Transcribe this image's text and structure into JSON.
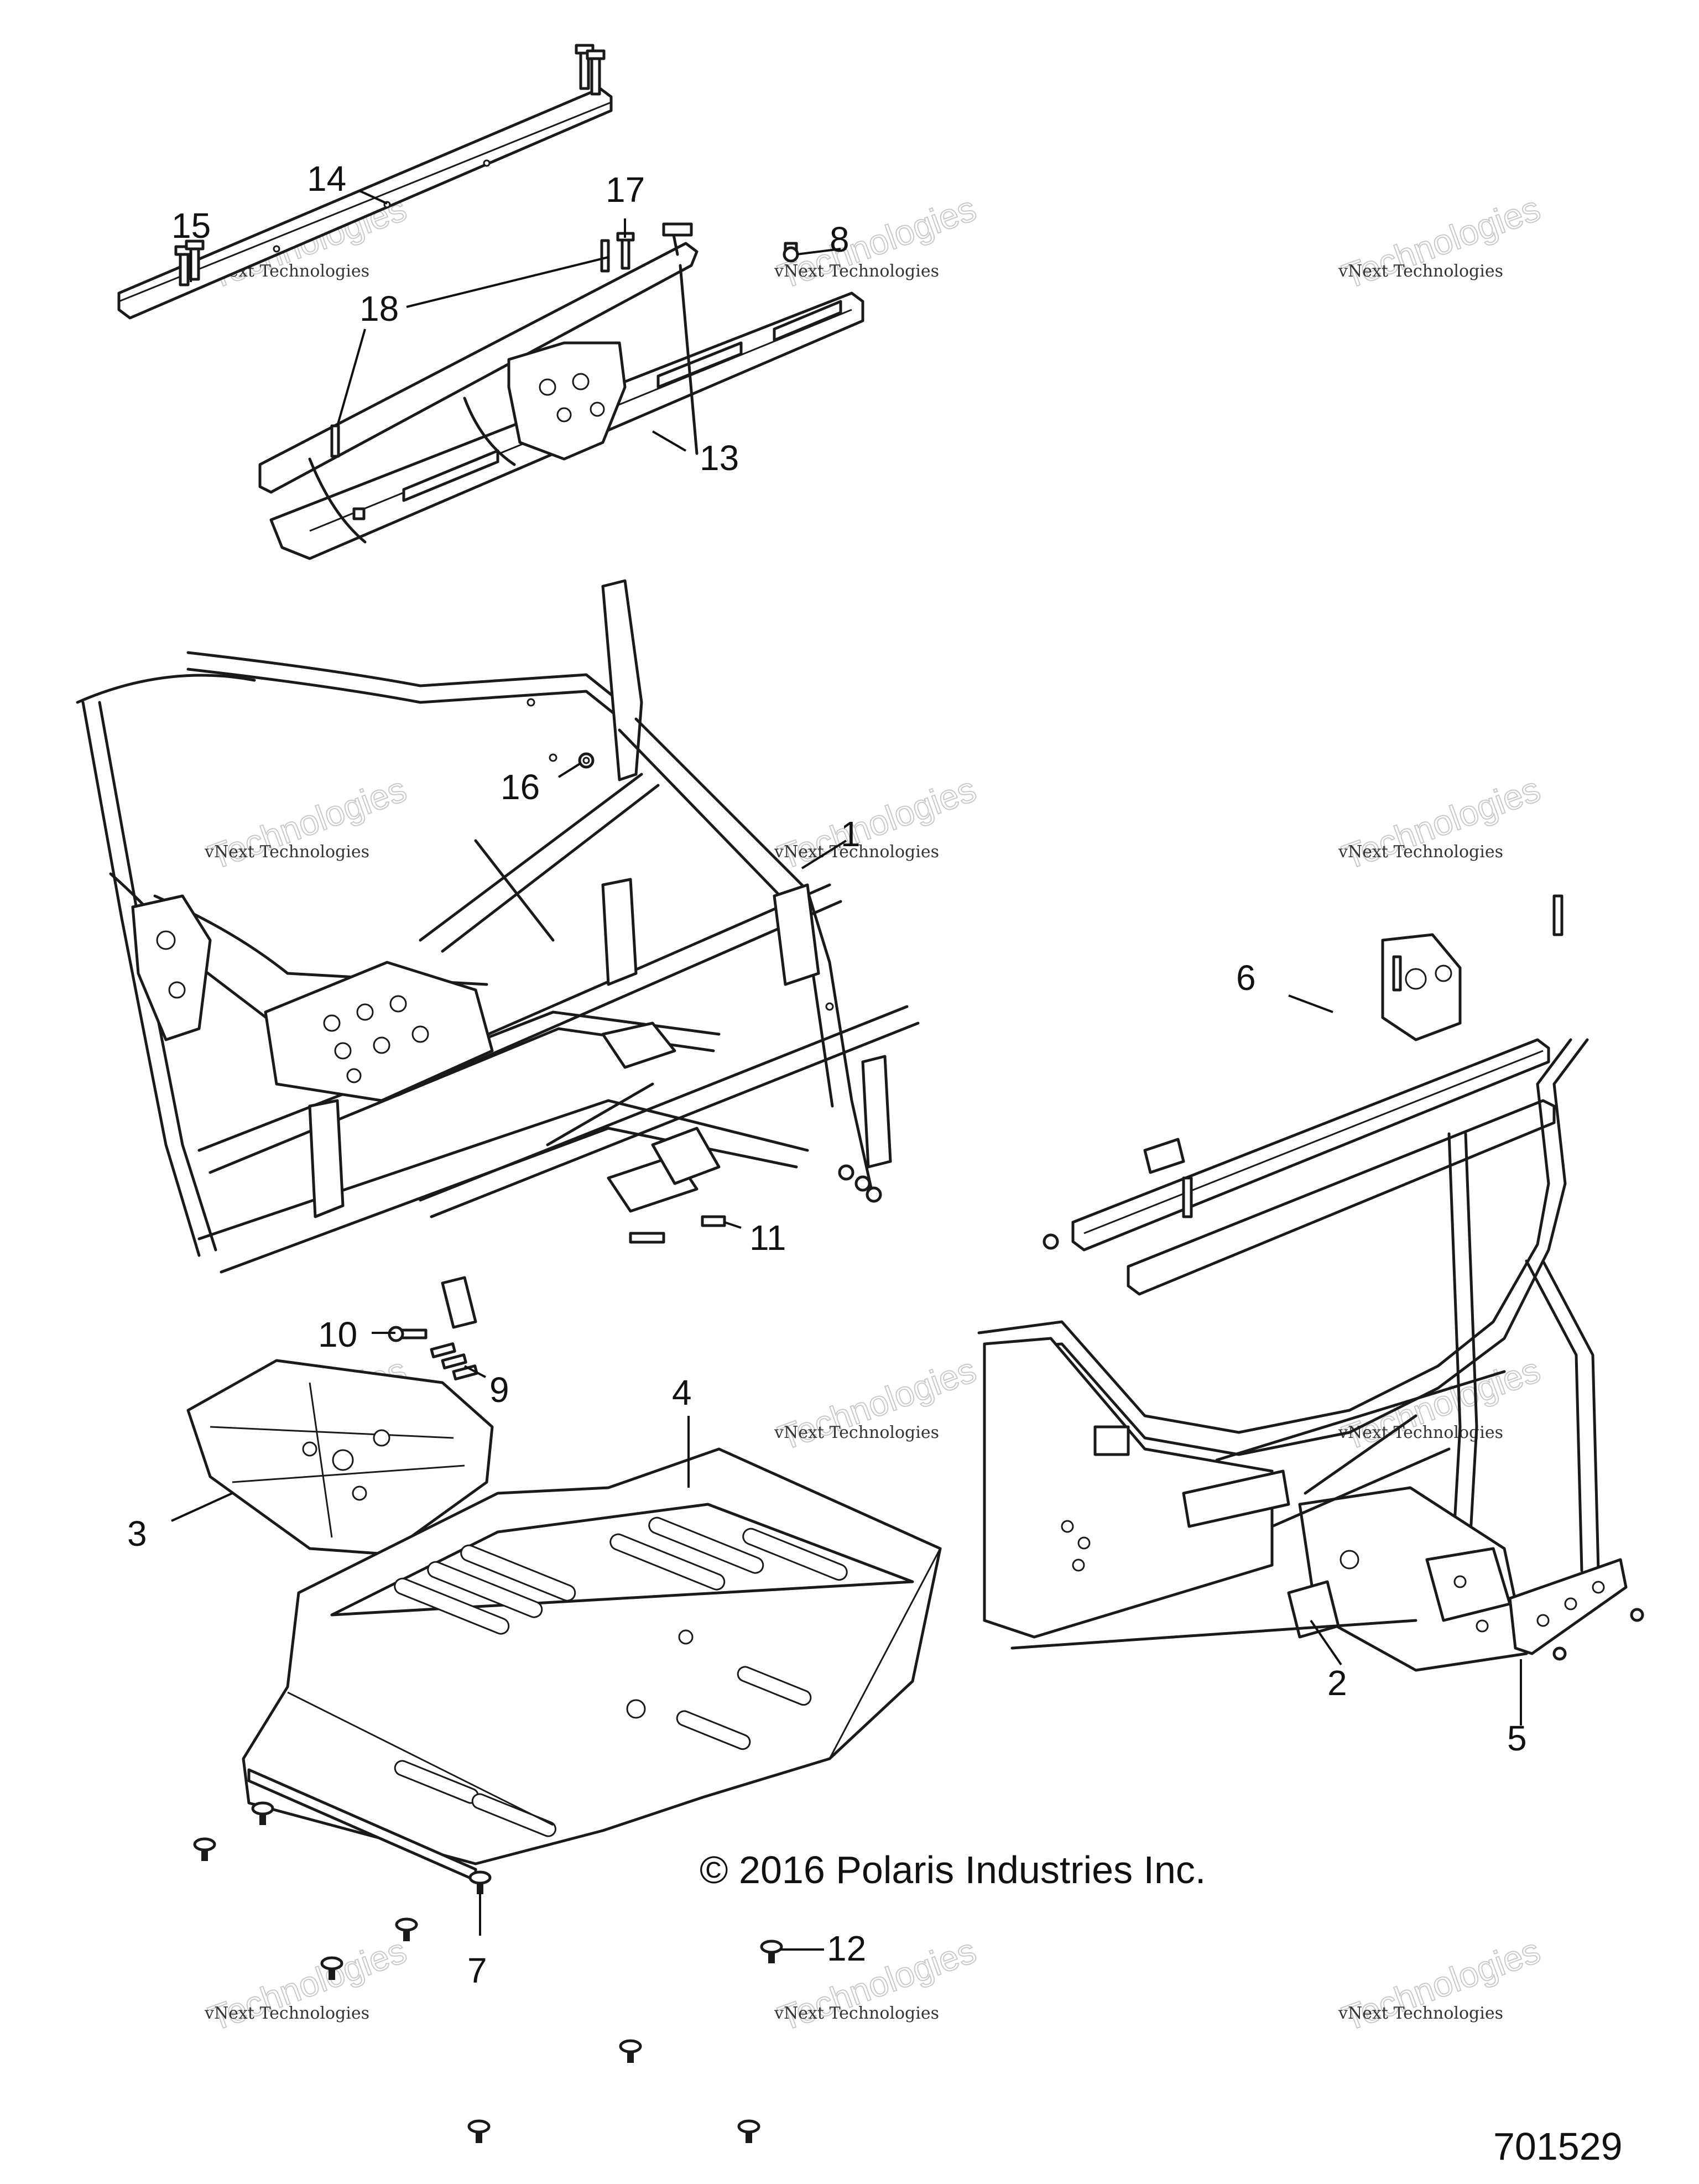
{
  "callouts": {
    "c1": "1",
    "c2": "2",
    "c3": "3",
    "c4": "4",
    "c5": "5",
    "c6": "6",
    "c7": "7",
    "c8": "8",
    "c9": "9",
    "c10": "10",
    "c11": "11",
    "c12": "12",
    "c13": "13",
    "c14": "14",
    "c15": "15",
    "c16": "16",
    "c17": "17",
    "c18": "18"
  },
  "watermark": {
    "line1": "vNext Technologies",
    "line2": "Technologies"
  },
  "copyright": "© 2016 Polaris Industries Inc.",
  "figure_number": "701529"
}
